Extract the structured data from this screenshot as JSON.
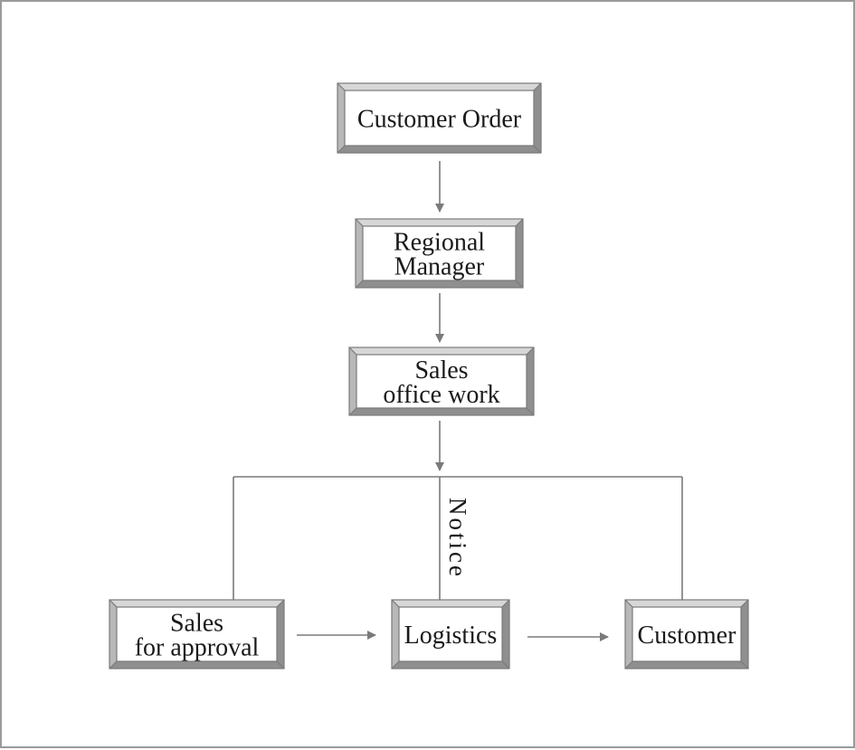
{
  "boxes": {
    "customer_order": [
      "Customer Order"
    ],
    "regional_manager": [
      "Regional",
      "Manager"
    ],
    "sales_office_work": [
      "Sales",
      "office work"
    ],
    "sales_for_approval": [
      "Sales",
      "for approval"
    ],
    "logistics": [
      "Logistics"
    ],
    "customer": [
      "Customer"
    ]
  },
  "labels": {
    "notice": "Notice"
  }
}
